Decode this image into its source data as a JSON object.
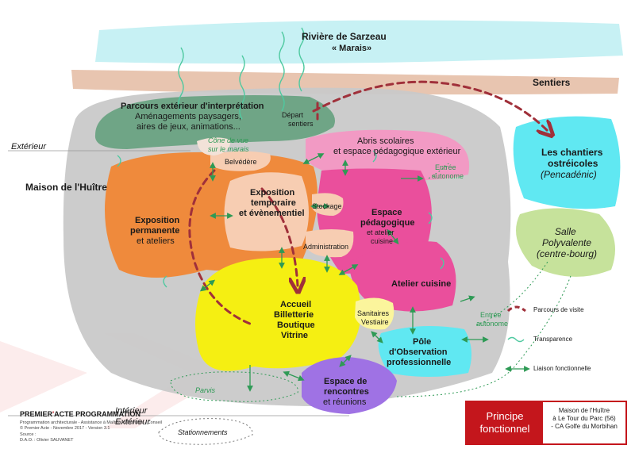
{
  "colors": {
    "river": "#c7f1f4",
    "paths": "#e8c5b0",
    "building": "#c9c9c9",
    "parcours": "#6fa586",
    "orange": "#ef8a3c",
    "peach": "#f7cdb2",
    "pink": "#ea4f9c",
    "pink_light": "#f29ac4",
    "yellow": "#f5ef12",
    "cyan": "#60e8f2",
    "purple": "#9f72e4",
    "lime": "#c6e29b",
    "arrow": "#2e9a55",
    "visit": "#a0303a",
    "brand": "#c4161c"
  },
  "labels": {
    "riviere": "Rivière de Sarzeau",
    "marais": "« Marais»",
    "sentiers": "Sentiers",
    "parcours_title": "Parcours extérieur d'interprétation",
    "parcours_sub1": "Aménagements paysagers,",
    "parcours_sub2": "aires de jeux, animations...",
    "depart": "Départ",
    "sentiers_small": "sentiers",
    "exterieur_top": "Extérieur",
    "cone1": "Cône de vue",
    "cone2": "sur le marais",
    "abris1": "Abris scolaires",
    "abris2": "et espace pédagogique extérieur",
    "entree1": "Entrée",
    "entree1b": "autonome",
    "chantiers1": "Les chantiers",
    "chantiers2": "ostréicoles",
    "chantiers3": "(Pencadénic)",
    "maison": "Maison de l'Huître",
    "belvedere": "Belvédère",
    "expo_temp1": "Exposition",
    "expo_temp2": "temporaire",
    "expo_temp3": "et évènementiel",
    "stockage": "Stockage",
    "expo_perm1": "Exposition",
    "expo_perm2": "permanente",
    "expo_perm3": "et ateliers",
    "espace_peda1": "Espace",
    "espace_peda2": "pédagogique",
    "espace_peda3": "et atelier",
    "espace_peda4": "cuisine",
    "salle1": "Salle",
    "salle2": "Polyvalente",
    "salle3": "(centre-bourg)",
    "administration": "Administration",
    "atelier": "Atelier cuisine",
    "accueil1": "Accueil",
    "accueil2": "Billetterie",
    "accueil3": "Boutique",
    "accueil4": "Vitrine",
    "sanitaires1": "Sanitaires",
    "sanitaires2": "Vestiaire",
    "entree2": "Entrée",
    "entree2b": "autonome",
    "pole1": "Pôle",
    "pole2": "d'Observation",
    "pole3": "professionnelle",
    "espace_renc1": "Espace de",
    "espace_renc2": "rencontres",
    "espace_renc3": "et réunions",
    "parvis": "Parvis",
    "interieur": "Intérieur",
    "exterieur_bottom": "Extérieur",
    "stationnements": "Stationnements"
  },
  "legend": {
    "parcours": "Parcours de visite",
    "transparence": "Transparence",
    "liaison": "Liaison fonctionnelle"
  },
  "title_box": {
    "main1": "Principe",
    "main2": "fonctionnel",
    "side1": "Maison de l'Huître",
    "side2": "à Le Tour du Parc (56)",
    "side3": "- CA Golfe du Morbihan"
  },
  "footer": {
    "logo_a": "PREMIER",
    "logo_b": "ACTE PROGRAMMATION",
    "line1": "Programmation architecturale - Assistance à Maîtrise d'Ouvrage - Conseil",
    "line2": "© Premier Acte - Novembre 2017 - Version 3.1",
    "line3": "Source :",
    "line4": "D.A.O. : Olivier SAUVANET"
  }
}
